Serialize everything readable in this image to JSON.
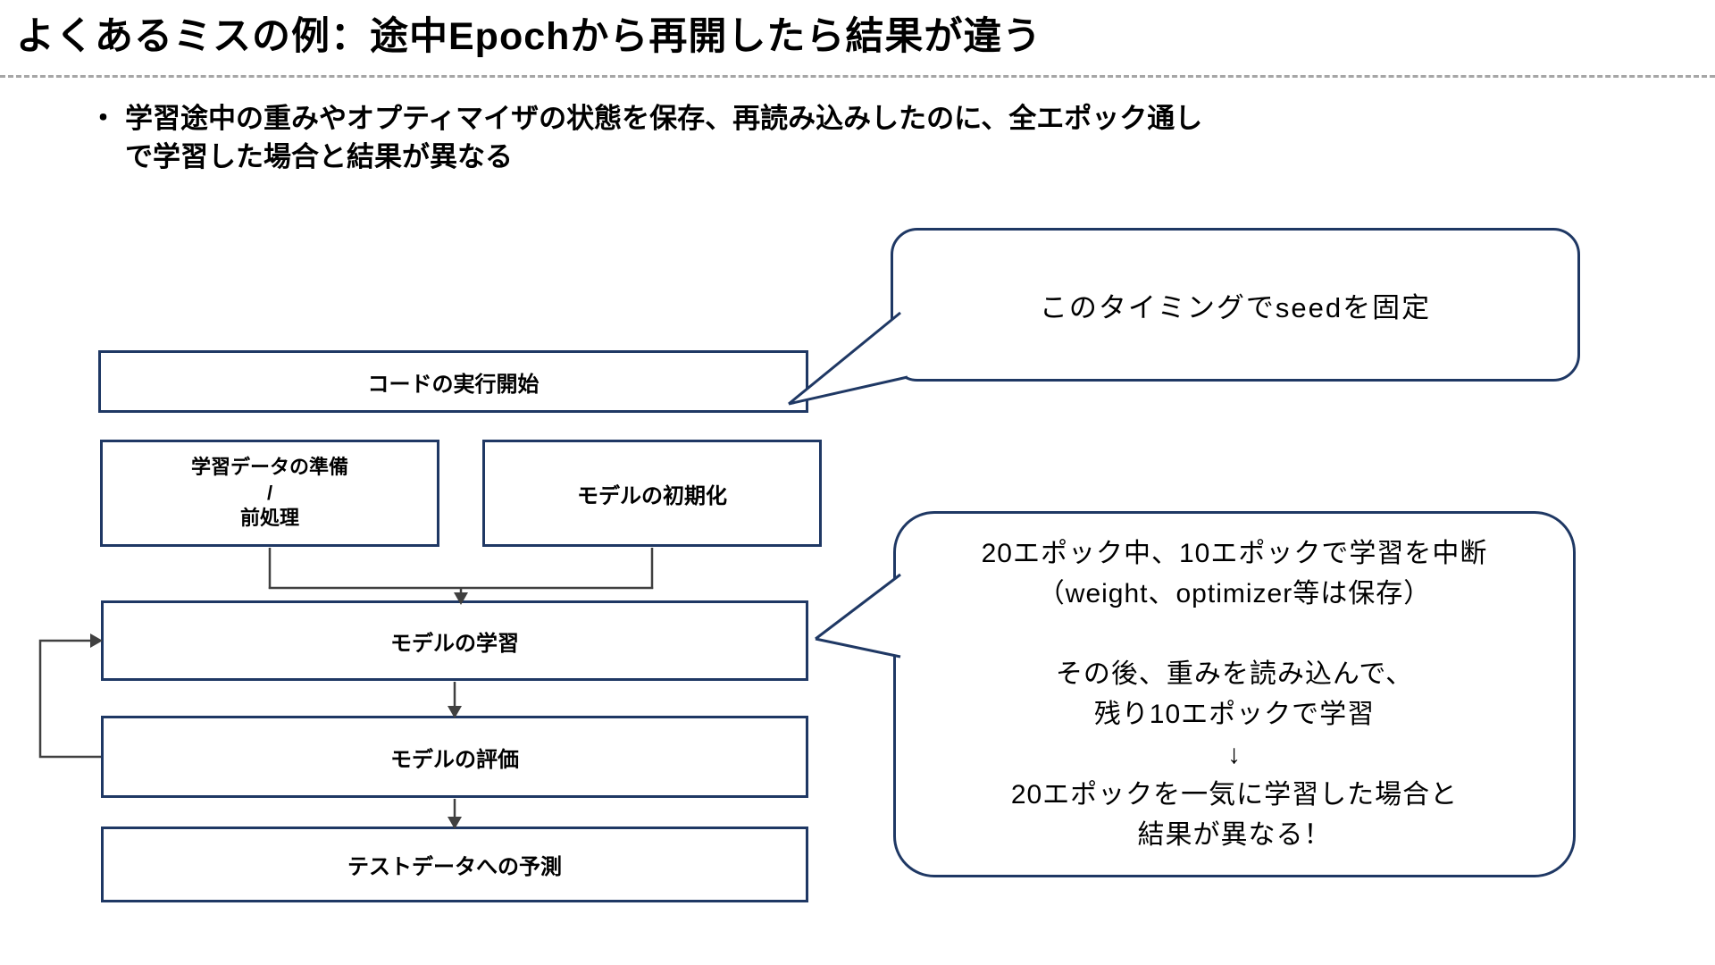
{
  "slide": {
    "title": "よくあるミスの例：途中Epochから再開したら結果が違う",
    "bullet_marker": "・",
    "bullet_text": "学習途中の重みやオプティマイザの状態を保存、再読み込みしたのに、全エポック通しで学習した場合と結果が異なる"
  },
  "flowchart": {
    "start": "コードの実行開始",
    "data_prep_lines": [
      "学習データの準備",
      "/",
      "前処理"
    ],
    "model_init": "モデルの初期化",
    "train": "モデルの学習",
    "eval": "モデルの評価",
    "predict": "テストデータへの予測"
  },
  "callouts": {
    "seed_text": "このタイミングでseedを固定",
    "resume_lines": [
      "20エポック中、10エポックで学習を中断",
      "（weight、optimizer等は保存）",
      "",
      "その後、重みを読み込んで、",
      "残り10エポックで学習",
      "↓",
      "20エポックを一気に学習した場合と",
      "結果が異なる！"
    ]
  },
  "colors": {
    "accent": "#1F3864",
    "connector": "#404040",
    "separator": "#A6A6A6",
    "text": "#000000",
    "background": "#FFFFFF"
  }
}
